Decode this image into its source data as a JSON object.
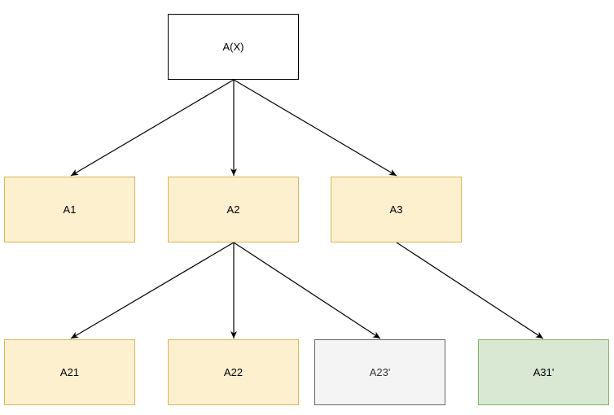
{
  "diagram": {
    "nodes": [
      {
        "id": "ax",
        "label": "A(X)",
        "fill": "#ffffff",
        "stroke": "#000000"
      },
      {
        "id": "a1",
        "label": "A1",
        "fill": "#fcf0cf",
        "stroke": "#d6b656"
      },
      {
        "id": "a2",
        "label": "A2",
        "fill": "#fcf0cf",
        "stroke": "#d6b656"
      },
      {
        "id": "a3",
        "label": "A3",
        "fill": "#fcf0cf",
        "stroke": "#d6b656"
      },
      {
        "id": "a21",
        "label": "A21",
        "fill": "#fcf0cf",
        "stroke": "#d6b656"
      },
      {
        "id": "a22",
        "label": "A22",
        "fill": "#fcf0cf",
        "stroke": "#d6b656"
      },
      {
        "id": "a23",
        "label": "A23'",
        "fill": "#f4f4f4",
        "stroke": "#666666"
      },
      {
        "id": "a31",
        "label": "A31'",
        "fill": "#d8e8d3",
        "stroke": "#82b366"
      }
    ],
    "edges": [
      {
        "from": "ax",
        "to": "a1"
      },
      {
        "from": "ax",
        "to": "a2"
      },
      {
        "from": "ax",
        "to": "a3"
      },
      {
        "from": "a2",
        "to": "a21"
      },
      {
        "from": "a2",
        "to": "a22"
      },
      {
        "from": "a2",
        "to": "a23"
      },
      {
        "from": "a3",
        "to": "a31"
      }
    ]
  }
}
